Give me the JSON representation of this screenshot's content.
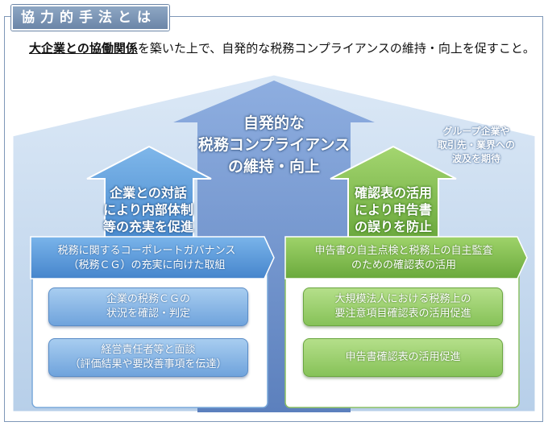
{
  "header": {
    "title": "協力的手法とは"
  },
  "intro": {
    "emphasis": "大企業との協働関係",
    "rest": "を築いた上で、自発的な税務コンプライアンスの維持・向上を促すこと。"
  },
  "center": {
    "lines": [
      "自発的な",
      "税務コンプライアンス",
      "の維持・向上"
    ]
  },
  "side_note": {
    "lines": [
      "グループ企業や",
      "取引先・業界への",
      "波及を期待"
    ]
  },
  "left": {
    "arrow_lines": [
      "企業との対話",
      "により内部体制",
      "等の充実を促進"
    ],
    "banner_lines": [
      "税務に関するコーポレートガバナンス",
      "（税務ＣＧ）の充実に向けた取組"
    ],
    "boxes": [
      {
        "lines": [
          "企業の税務ＣＧの",
          "状況を確認・判定"
        ]
      },
      {
        "lines": [
          "経営責任者等と面談",
          "（評価結果や要改善事項を伝達）"
        ]
      }
    ]
  },
  "right": {
    "arrow_lines": [
      "確認表の活用",
      "により申告書",
      "の誤りを防止"
    ],
    "banner_lines": [
      "申告書の自主点検と税務上の自主監査",
      "のための確認表の活用"
    ],
    "boxes": [
      {
        "lines": [
          "大規模法人における税務上の",
          "要注意項目確認表の活用促進"
        ]
      },
      {
        "lines": [
          "申告書確認表の活用促進"
        ]
      }
    ]
  },
  "colors": {
    "frame": "#7f98b8",
    "house": "#c9dcf0",
    "center_arrow": "#6b8fc9",
    "left_arrow": "#5b9ad8",
    "right_arrow": "#7dbb49",
    "left_accent": "#4f8fd3",
    "right_accent": "#74b342"
  }
}
